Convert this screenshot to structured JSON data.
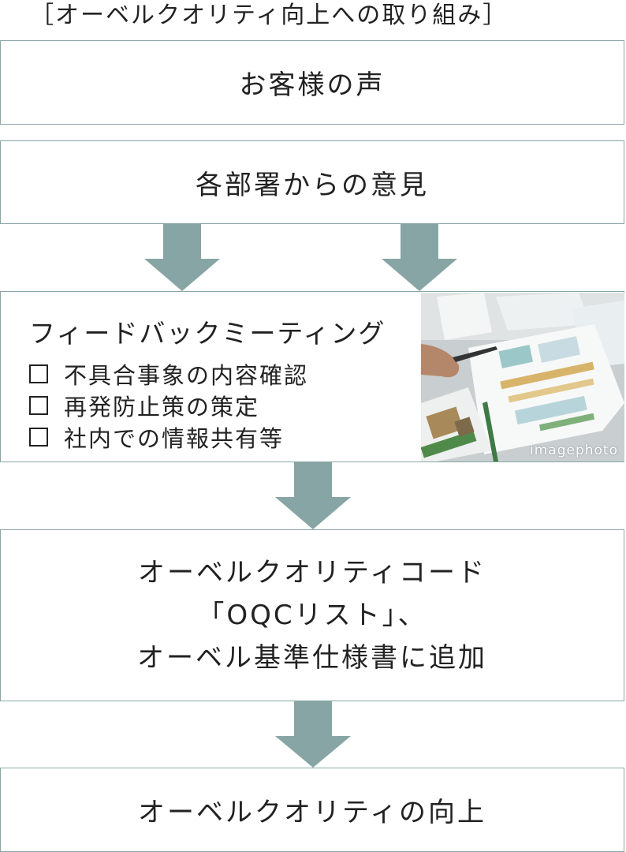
{
  "heading": "［オーベルクオリティ向上への取り組み］",
  "steps": {
    "voice": "お客様の声",
    "opinion": "各部署からの意見",
    "meeting": {
      "title": "フィードバックミーティング",
      "items": [
        "不具合事象の内容確認",
        "再発防止策の策定",
        "社内での情報共有等"
      ],
      "photo_credit": "imagephoto"
    },
    "code": {
      "line1": "オーベルクオリティコード",
      "line2": "「OQCリスト」、",
      "line3": "オーベル基準仕様書に追加"
    },
    "result": "オーベルクオリティの向上"
  },
  "colors": {
    "arrow": "#88a5a5",
    "border": "#8aa5a5"
  }
}
